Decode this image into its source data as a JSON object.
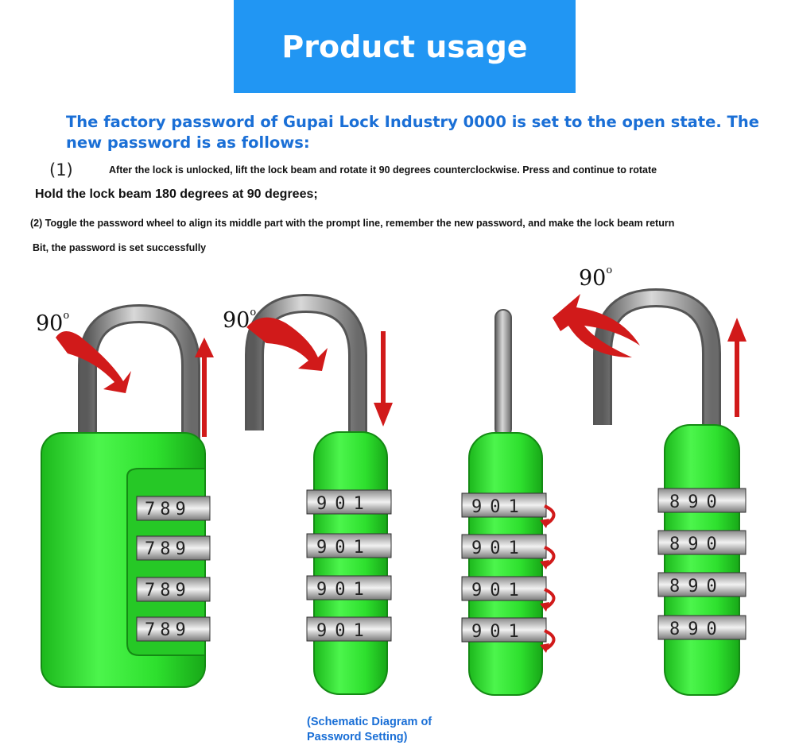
{
  "banner": {
    "title": "Product usage"
  },
  "heading": "The factory password of Gupai Lock Industry 0000 is set to the open state. The new password is as follows:",
  "steps": {
    "step1_number": "(1)",
    "step1_text": "After the lock is unlocked, lift the lock beam and rotate it 90 degrees counterclockwise. Press and continue to rotate",
    "step1_continued": "Hold the lock beam 180 degrees at 90 degrees;",
    "step2_text": "(2) Toggle the password wheel to align its middle part with the prompt line, remember the new password, and make the lock beam return",
    "step2_continued": "Bit, the password is set successfully"
  },
  "diagram": {
    "angle_labels": [
      "90",
      "90",
      "90"
    ],
    "degree_symbol": "o",
    "lock1_dial": "789",
    "lock2_dial": "901",
    "lock3_dial": "901",
    "lock4_dial": "890",
    "caption": "(Schematic Diagram of Password Setting)"
  },
  "colors": {
    "banner": "#2196f3",
    "heading": "#1a6fd6",
    "lock_body": "#2ee02e",
    "arrow_red": "#d11a1a"
  }
}
